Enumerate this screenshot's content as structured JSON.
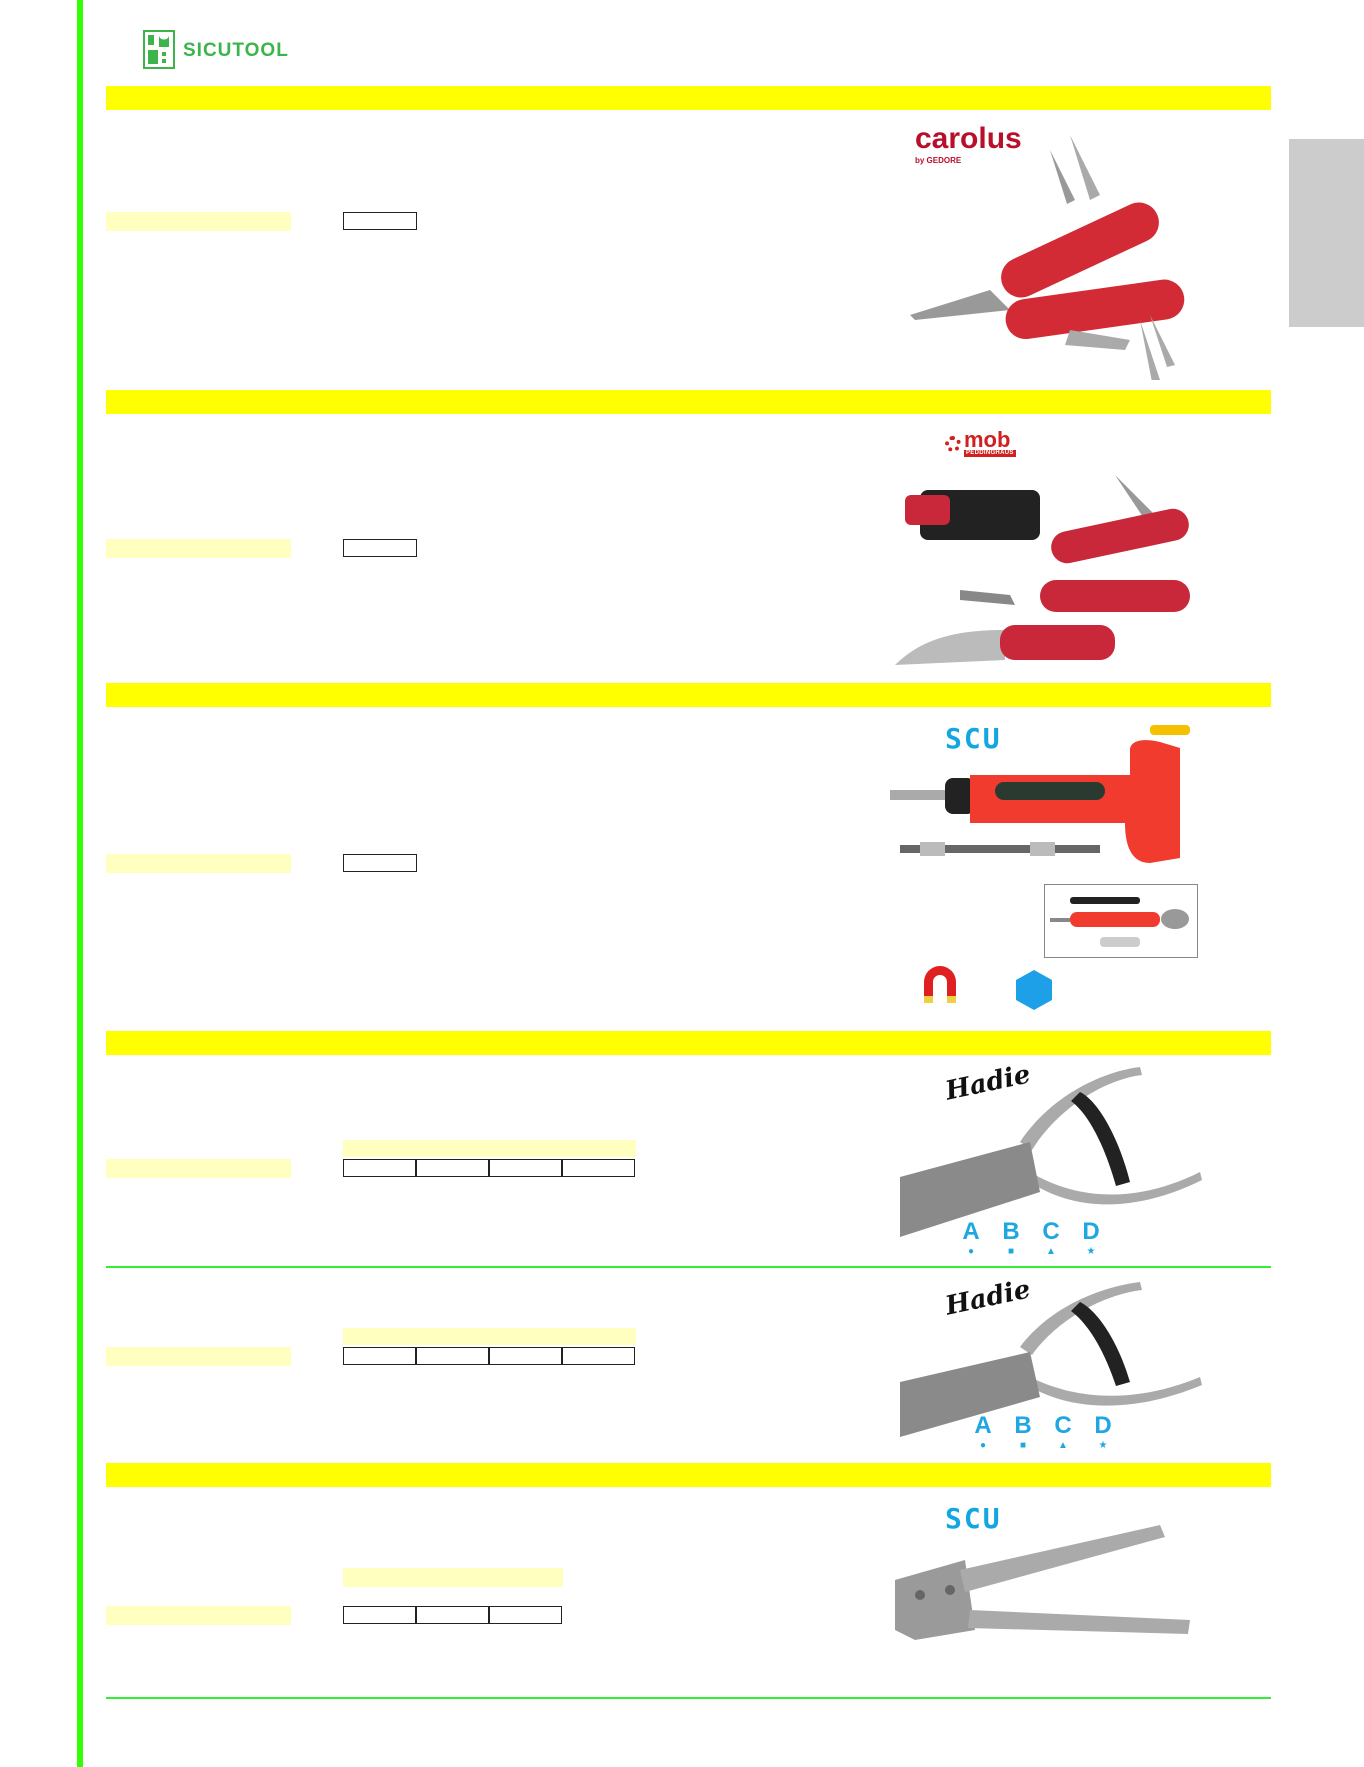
{
  "header": {
    "logo_text": "SICUTOOL",
    "logo_icon": "sicutool-wrench-logo"
  },
  "colors": {
    "accent_green": "#33ff00",
    "section_yellow": "#ffff00",
    "cell_yellow": "#ffffc0",
    "side_tab_gray": "#cccccc"
  },
  "sections": [
    {
      "brand": "carolus",
      "brand_sub": "by GEDORE",
      "image": "red-multitool-pliers"
    },
    {
      "brand": "mob",
      "brand_sub": "PEDDINGHAUS",
      "image": "red-multitool-with-pouch-and-knife"
    },
    {
      "brand": "SCU",
      "image": "t-handle-ratchet-screwdriver",
      "extra_icons": [
        "magnet-icon",
        "hexagon-icon"
      ]
    },
    {
      "brand": "Hadie",
      "image": "hole-punch-pliers",
      "shapes": [
        {
          "letter": "A",
          "symbol": "●"
        },
        {
          "letter": "B",
          "symbol": "■"
        },
        {
          "letter": "C",
          "symbol": "▲"
        },
        {
          "letter": "D",
          "symbol": "★"
        }
      ]
    },
    {
      "brand": "Hadie",
      "image": "hole-punch-pliers",
      "shapes": [
        {
          "letter": "A",
          "symbol": "●"
        },
        {
          "letter": "B",
          "symbol": "■"
        },
        {
          "letter": "C",
          "symbol": "▲"
        },
        {
          "letter": "D",
          "symbol": "★"
        }
      ]
    },
    {
      "brand": "SCU",
      "image": "eyelet-pliers"
    }
  ]
}
